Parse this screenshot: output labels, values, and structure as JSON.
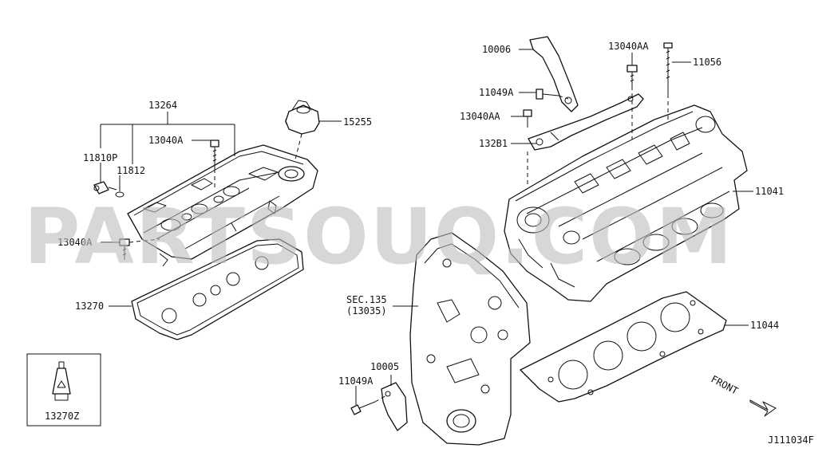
{
  "watermark": "PARTSOUQ.COM",
  "diagram_code": "J111034F",
  "front_label": "FRONT",
  "labels": {
    "p13264": "13264",
    "p11810p": "11810P",
    "p11812": "11812",
    "p13040a_top": "13040A",
    "p15255": "15255",
    "p13040a_left": "13040A",
    "p13270": "13270",
    "p13270z": "13270Z",
    "p10006": "10006",
    "p13040aa_top": "13040AA",
    "p11056": "11056",
    "p11049a_top": "11049A",
    "p13040aa_mid": "13040AA",
    "p13281": "132B1",
    "p11041": "11041",
    "sec135_line1": "SEC.135",
    "sec135_line2": "(13035)",
    "p11044": "11044",
    "p10005": "10005",
    "p11049a_bottom": "11049A"
  }
}
